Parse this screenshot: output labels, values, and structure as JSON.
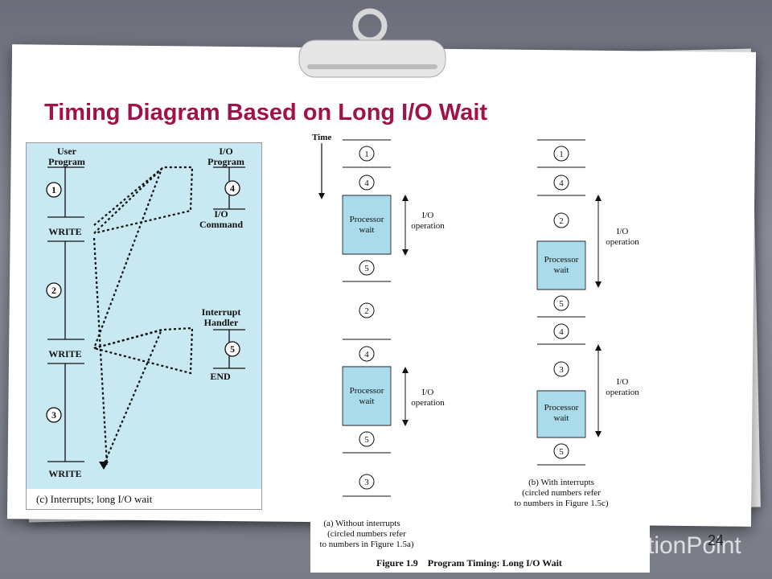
{
  "slide": {
    "title": "Timing Diagram Based on Long I/O Wait",
    "page_number": "24",
    "brand_fragment_left": "",
    "brand_fragment_right": "tionPoint",
    "colors": {
      "title": "#a0124a",
      "panel": "#c8e8f2",
      "box": "#a9dbea"
    }
  },
  "fig_c": {
    "user_program_label": [
      "User",
      "Program"
    ],
    "io_program_label": [
      "I/O",
      "Program"
    ],
    "io_command_label": [
      "I/O",
      "Command"
    ],
    "interrupt_handler_label": [
      "Interrupt",
      "Handler"
    ],
    "end_label": "END",
    "write_labels": [
      "WRITE",
      "WRITE",
      "WRITE"
    ],
    "circles": [
      "1",
      "2",
      "3",
      "4",
      "5"
    ],
    "caption": "(c) Interrupts; long I/O wait"
  },
  "fig_ab": {
    "time_label": "Time",
    "col_a": [
      "1",
      "4",
      "Processor wait",
      "5",
      "2",
      "4",
      "Processor wait",
      "5",
      "3"
    ],
    "col_b": [
      "1",
      "4",
      "2",
      "Processor wait",
      "5",
      "4",
      "3",
      "Processor wait",
      "5"
    ],
    "processor_wait": [
      "Processor",
      "wait"
    ],
    "io_operation": [
      "I/O",
      "operation"
    ],
    "caption_a": [
      "(a) Without interrupts",
      "(circled numbers refer",
      "to numbers in Figure 1.5a)"
    ],
    "caption_b": [
      "(b) With interrupts",
      "(circled numbers refer",
      "to numbers in Figure 1.5c)"
    ],
    "figure_caption": "Figure 1.9    Program Timing: Long I/O Wait"
  }
}
